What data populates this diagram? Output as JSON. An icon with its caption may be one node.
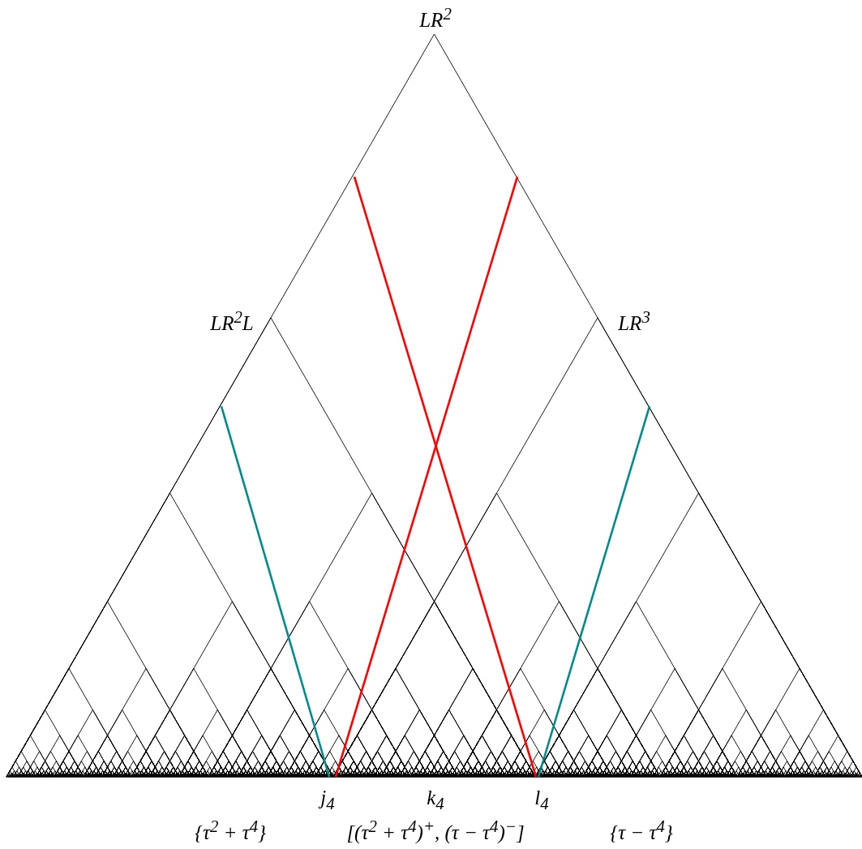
{
  "diagram": {
    "labels": [
      "LR$^{2}$",
      "LR$^{2}$L",
      "LR$^{3}$",
      "j$_{4}$",
      "k$_{4}$",
      "l$_{4}$",
      "{τ$^{2}$ + τ$^{4}$}",
      "[(τ$^{2}$ + τ$^{4}$)$^{+}$, (τ − τ$^{4}$)$^{−}$]",
      "{τ − τ$^{4}$}"
    ]
  }
}
